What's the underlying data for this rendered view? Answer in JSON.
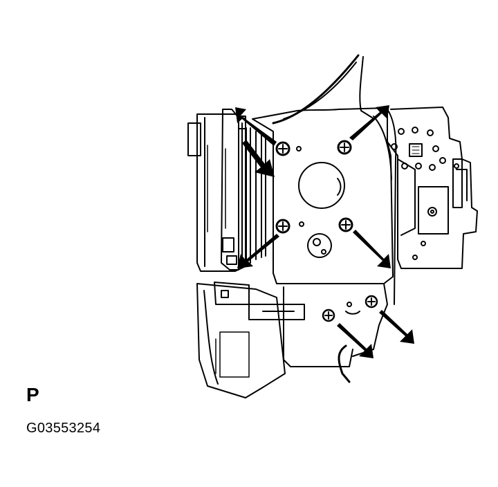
{
  "figure": {
    "view_letter": "P",
    "figure_code": "G03553254"
  },
  "callouts": {
    "fastener_count": 6,
    "arrow_icon": "bold-arrow-icon",
    "screw_icon": "phillips-screw-icon"
  },
  "colors": {
    "line": "#000000",
    "background": "#ffffff"
  }
}
